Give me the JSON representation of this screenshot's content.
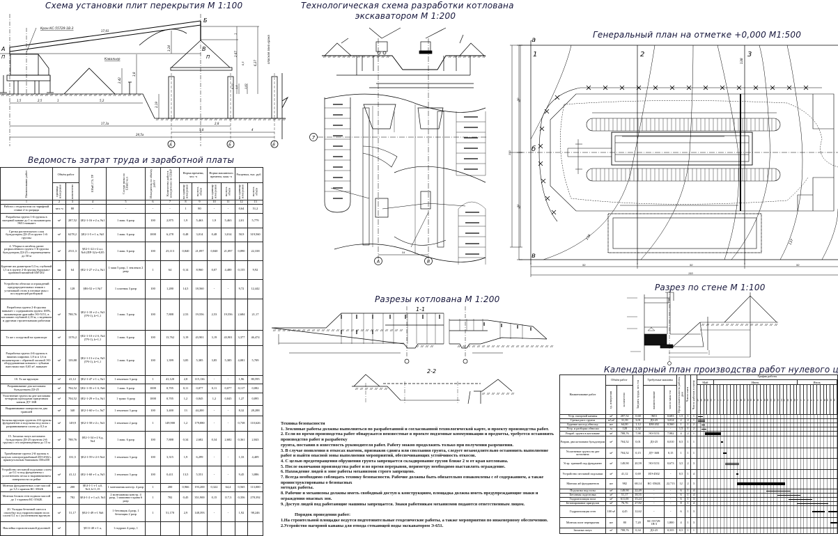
{
  "titles": {
    "crane_scheme": "Схема установки плит перекрытия М 1:100",
    "labor_sheet": "Ведомость затрат труда и заработной платы",
    "excavation_line1": "Технологическая схема разработки котлована",
    "excavation_line2": "экскаватором М 1:200",
    "general_plan": "Генеральный план на отметке +0,000 М1:500",
    "pit_sections": "Разрезы котлована М 1:200",
    "wall_section": "Разрез по стене М 1:100",
    "calendar": "Календарный план производства работ нулевого цикла"
  },
  "crane_scheme": {
    "crane_label": "Кран КС-55729-1В-3",
    "kavalier_label": "Кавальер",
    "danger_zone": "опасная зона крана",
    "points": {
      "a": "А",
      "p1": "П",
      "b": "Б",
      "v": "В",
      "p2": "П"
    },
    "dims": {
      "boom": "17,91",
      "d324": "3,24",
      "d1": "1",
      "d267": "2,67",
      "d627": "6,27",
      "d38": "3,8",
      "d242": "2,42",
      "d219": "2,19",
      "d05": "0,5",
      "d022": "0,22",
      "d15": "1,5",
      "d182": "1,82",
      "g15": "1,5",
      "g25": "2,5",
      "g1": "1",
      "g52": "5,2",
      "total1": "17,3а",
      "total2": "24,5а",
      "s58": "5,8",
      "s28": "2,8",
      "s4": "4"
    },
    "axes": [
      "А",
      "Б",
      "В"
    ]
  },
  "excavation": {
    "axis7": "7",
    "axes": [
      "А",
      "В"
    ],
    "dims": {
      "d50a": "50",
      "d50b": "50",
      "d150": "150",
      "span": "54"
    }
  },
  "sections": {
    "s11": "1-1",
    "s22": "2-2"
  },
  "general_plan": {
    "rows": [
      "а",
      "б",
      "в"
    ],
    "cols": [
      "1",
      "2",
      "3"
    ],
    "contours": [
      "139",
      "138",
      "137"
    ],
    "dims": {
      "v50a": "50",
      "v50b": "50",
      "h50a": "50",
      "h50b": "50",
      "h50c": "50",
      "h150": "150"
    }
  },
  "labor_table": {
    "headers": {
      "name": "Наименование работ",
      "volume": "Объём работ",
      "unit": "единица измерения",
      "qty": "количество",
      "enir": "ЕНиР, ГЭ, ТР",
      "crew": "Состав звена по ЕНиР, чел",
      "meter": "Измеритель по объёму работ",
      "work_qty": "Количество работ в измерителях по ЕНиР",
      "norm_time": "Норма времени, чел.-ч",
      "norm_machine": "Норма машинного времени, маш.-ч",
      "rates": "Расценки, тыс. руб.",
      "per_unit": "на единицу измерения",
      "total": "на весь объём",
      "numbers": [
        "1",
        "2",
        "3",
        "4",
        "5",
        "6",
        "7",
        "8",
        "9",
        "10",
        "11",
        "12",
        "13"
      ]
    },
    "rows": [
      [
        "Работа с геодезистом по тарифной ставке 2-го разряда",
        "чел.-ч",
        "80",
        "-",
        "-",
        "-",
        "-",
        "1",
        "80",
        "-",
        "-",
        "0,64",
        "51,2"
      ],
      [
        "Разработка грунта 1-й группы в нагорной канаве до 1 м экскаватором Э651 навымет",
        "м³",
        "287,52",
        "§Е2-1-16 т-2 а, №1",
        "1 маш. 6 разр",
        "100",
        "2,875",
        "1,9",
        "5,463",
        "1,9",
        "5,463",
        "2,01",
        "5,779"
      ],
      [
        "Срезка растительного слоя бульдозером ДЗ-25 в грунте 1-й группы",
        "м³",
        "6278,2",
        "§Е2-1-5 т-1 а, №5",
        "1 маш. 6 разр",
        "1000",
        "6,278",
        "0,48",
        "3,014",
        "0,48",
        "3,014",
        "50,9",
        "319,560"
      ],
      [
        "4. Уборка в штабель ранее разрыхлённого грунта 1-й группы бульдозером ДЗ-25 с перемещением до 50 м",
        "м³",
        "2511,3",
        "§Е2-1-22 т-2 а,г, №6 (ПР-3) k=0,85",
        "1 маш. 6 разр",
        "100",
        "25,113",
        "0,840",
        "21,097",
        "0,840",
        "21,097",
        "0,890",
        "22,338"
      ],
      [
        "Бурение ям диаметром 0,3 м, глубиной 1,5 м в грунте 2-й группы бурильно-крановой машиной БМ-202",
        "ям",
        "64",
        "§Е2-1-27 т-2 а, №1",
        "1 маш 5 разр, 1 землекоп 2 разр",
        "1",
        "64",
        "0,14",
        "8,960",
        "0,07",
        "4,480",
        "0,155",
        "9,92"
      ],
      [
        "Устройство обноски и ограждений предупредительных знаков с установкой стоек в готовые ямы с последующей разборкой",
        "м",
        "128",
        "§Е6-52 т-1 №7",
        "1 плотник 3 разр",
        "100",
        "1,280",
        "14,5",
        "18,560",
        "-",
        "-",
        "9,72",
        "12,442"
      ],
      [
        "Разработка грунта 2-й группы навымет с содержанием грунта 100%, экскаватором-драглайн ЭО-5151, в котловане глубиной 2,19 м, с ведением и другими строительными работами",
        "м³",
        "788,76",
        "§Е2-1-10 т-2 з, №3 (ТЧ-1), k=1,1",
        "1 маш. 5 разр",
        "100",
        "7,888",
        "2,53",
        "19,556",
        "2,53",
        "19,556",
        "2,684",
        "21,17"
      ],
      [
        "То же с погрузкой на транспорт",
        "м³",
        "1376,2",
        "§Е2-1-10 т-2 б, №4 (ТЧ-1), k=1,1",
        "1 маш. 6 разр",
        "100",
        "13,762",
        "3,19",
        "43,901",
        "3,19",
        "43,901",
        "3,377",
        "46,474"
      ],
      [
        "Разработка грунта 4-й группы в нижних ширинах 1,8 м и 1,6 м экскаватором с обратной лопатой ЭО- оборудованным ковшом с зубьями вместимостью 0,65 м³, навымет",
        "м³",
        "139,88",
        "§Е2-1-13 т-2 в, №5 (ТЧ-1), k=1,1",
        "1 маш. 6 разр",
        "100",
        "1,399",
        "3,85",
        "5,385",
        "3,85",
        "5,385",
        "4,081",
        "5,709"
      ],
      [
        "10. То же вручную",
        "м³",
        "41,12",
        "§Е2-1-47 т-1 з, №1",
        "1 землекоп 3 разр",
        "1",
        "41,120",
        "2,8",
        "115,136",
        "-",
        "-",
        "1,96",
        "80,595"
      ],
      [
        "Разравнивание дна котлована бульдозером ДЗ-25",
        "м²",
        "704,52",
        "§Е2-1-35 т-1 б, №6",
        "1 маш. 6 разр",
        "1000",
        "0,705",
        "0,11",
        "0,077",
        "0,11",
        "0,077",
        "0,117",
        "0,082"
      ],
      [
        "Уплотнение грунта на дне котлована четырьмя проходами прицепным катком ДУ-16В",
        "м²",
        "704,52",
        "§Е2-1-29 т-3 а, №1",
        "1 тракт. 6 разр",
        "1000",
        "0,705",
        "1,2",
        "0,845",
        "1,2",
        "0,845",
        "1,27",
        "0,895"
      ],
      [
        "Выравнивание поверхности дна траншей",
        "м²",
        "340",
        "§Е2-1-60 т-1 г, №7",
        "1 землекоп 3 разр",
        "100",
        "3,400",
        "13",
        "44,200",
        "-",
        "-",
        "8,32",
        "28,288"
      ],
      [
        "Засыпка вручную грунтом 4-й группы фундаментов и подсыпка под полы с разравниванием слоем до 0,3 м",
        "м³",
        "149,9",
        "§Е2-1-58 т-2 г, №3",
        "1 землекоп 2 разр",
        "1",
        "149,900",
        "1,2",
        "179,880",
        "-",
        "-",
        "0,738",
        "110,626"
      ],
      [
        "15. Засыпка пазух котлована бульдозером ДЗ-25 грунтом 2-й группы с его перемещением до 15 м",
        "м³",
        "788,76",
        "§Е2-1-34 т-2 б,д, №4",
        "1 маш. 6 разр",
        "100",
        "7,888",
        "0,34",
        "2,682",
        "0,34",
        "2,682",
        "0,361",
        "2,843"
      ],
      [
        "Трамбование грунта 2-й группы в пазухах электротрамбовкой ИЭ-4502 с прямоугольным башмаком 350х450",
        "м²",
        "331,5",
        "§Е2-1-59 т-2 б №4",
        "1 землекоп 3 разр",
        "100",
        "3,315",
        "1,9",
        "6,299",
        "-",
        "-",
        "1,33",
        "4,409"
      ],
      [
        "Устройство песчаной подсыпки слоем до 0,1 м под фундаменты с уплотнением песка и выравниванием поверхности по рейке",
        "м²",
        "41,12",
        "§Е2-1-60 т-1 а, №5",
        "1 землекоп 3 разр",
        "100",
        "0,411",
        "13,5",
        "5,551",
        "-",
        "-",
        "9,45",
        "3,886"
      ],
      [
        "Монтаж фундаментных плит массой до 3,5 т краном КС-3562Б",
        "шт",
        "200",
        "§Е4-1-1 т-1 а,б, №3, k=1,15",
        "1 монтажник констр. 4 разр",
        "1",
        "200",
        "0,966",
        "193,200",
        "0,322",
        "64,4",
        "0,565",
        "113,000"
      ],
      [
        "Монтаж блоков стен подвала массой до 1 т краном КС-3562Б",
        "шт",
        "782",
        "§Е4-1-2 т-1 а,б, №3",
        "2 монтажника констр. 4 разр, 1 машинист крана 6 разр",
        "1",
        "782",
        "0,45",
        "351,900",
        "0,15",
        "117,3",
        "0,356",
        "278,392"
      ],
      [
        "20. Укладка бетонной смеси в опалубку под гидроизоляцию пола слоем 0,1 м с уплотнением вручную",
        "м³",
        "51,17",
        "§Е4-1-49 т-1 №6",
        "1 бетонщик 4 разр, 1 бетонщик 2 разр",
        "1",
        "51,170",
        "2,9",
        "148,393",
        "-",
        "-",
        "1,92",
        "98,246"
      ],
      [
        "Наклейка горизонтальной рулонной",
        "м²",
        "",
        "§Е11-40 т-1 а,",
        "1 гидроиз 4 разр, 1",
        "",
        "",
        "",
        "",
        "",
        "",
        "",
        ""
      ]
    ]
  },
  "safety_text": {
    "heading": "Техника безопасности",
    "items": [
      "1. Земляные работы должны выполняться по разработанной и согласованной технологической карте, и проекту производства работ.",
      "2. Если во время производства работ обнаружатся неизвестные в проекте подземные коммуникации и предметы, требуется остановить производство работ и разработку",
      "грунта, поставив в известность руководителя работ. Работу можно продолжить только при получении разрешения.",
      "3. В случае появления в откосах выемок, признаков сдвига или сползания грунта, следует незамедлительно остановить выполнение работ и выйти опасной зоны выполнения мероприятий, обеспечивающих устойчивость откосов.",
      "4. С целью предотвращения обрушения грунта запрещается складирование грузов ближе 2 м от края котлована.",
      "5. После окончания производства работ и во время перерывов, периметру необходимо выставлять ограждение.",
      "6. Нахождение людей в зоне работы механизмов строго запрещено.",
      "7. Всегда необходимо соблюдать технику безопасности. Рабочие должны быть обязательно ознакомлены с её содержанием, а также проинструктированы о безопасных",
      "методах работы.",
      "8. Рабочие и механизмы должны иметь свободный доступ к конструкциям, площадка должна иметь предупреждающие знаки и ограждения опасных зон.",
      "9. Доступ людей под работающие машины запрещается. Знаки работникам механизмов подаются ответственным лицом."
    ],
    "procedure_heading": "Порядок проведения работ:",
    "procedure": [
      "1.На строительной площадке ведутся подготовительные геодезические работы, а также мероприятия по инженерному обеспечению.",
      "2.Устройство нагорной канавы для отвода стекающей воды экскаватором Э-651."
    ]
  },
  "calendar_table": {
    "headers": {
      "name": "Наименование работ",
      "volume": "Объём работ",
      "unit": "ед. измерения",
      "qty": "количество",
      "labor": "Затраты труда, чел.-см",
      "machines": "Требуемые машины",
      "machine_name": "наименование",
      "machine_shifts": "число маш.-см",
      "duration": "Продолжительность работы, дни",
      "shifts": "Число смен",
      "workers": "Число рабочих в смену",
      "schedule": "График работы"
    },
    "months": [
      {
        "name": "Май",
        "days": [
          "27",
          "28",
          "29",
          "30",
          "31"
        ]
      },
      {
        "name": "Июнь",
        "days": [
          "1",
          "2",
          "3",
          "4",
          "5",
          "7",
          "8",
          "9",
          "10",
          "11",
          "12",
          "14",
          "15",
          "16",
          "17",
          "18",
          "19",
          "21",
          "22",
          "23",
          "24",
          "25",
          "26",
          "28",
          "29"
        ]
      },
      {
        "name": "Июль",
        "days": [
          "1",
          "2",
          "3",
          "5",
          "6",
          "7",
          "8",
          "9",
          "10",
          "12",
          "13",
          "14"
        ]
      }
    ],
    "rows": [
      {
        "cells": [
          "Устр. нагорной канавы",
          "м³",
          "287,52",
          "0,68",
          "Э651",
          "0,683",
          "1,5",
          "1",
          "1"
        ],
        "bars": [
          [
            0.2,
            1.6,
            1
          ]
        ]
      },
      {
        "cells": [
          "Срезка раст. грунта",
          "м²,м³",
          "31,39",
          "3,01",
          "ДЗ-25",
          "3,014",
          "2",
          "2",
          "1"
        ],
        "bars": [
          [
            0.2,
            2.3,
            2
          ]
        ]
      },
      {
        "cells": [
          "Бурение ям под обноску",
          "шт",
          "64,00",
          "1,12",
          "БМ-202",
          "0,560",
          "1",
          "1",
          "2"
        ],
        "bars": [
          [
            1.25,
            2.3,
            1
          ]
        ]
      },
      {
        "cells": [
          "Устр. и разборка обноски",
          "м",
          "128",
          "2,32",
          "-",
          "-",
          "1,5",
          "1",
          "2"
        ],
        "bars": [
          [
            1.25,
            2.8,
            1
          ]
        ]
      },
      {
        "cells": [
          "Разраб. грунта в котловане",
          "м³",
          "788,76",
          "7,98",
          "ЭО-5151",
          "7,982",
          "4",
          "2",
          "1"
        ],
        "bars": [
          [
            2.3,
            7.2,
            2
          ]
        ]
      },
      {
        "cells": [
          "Разрав. дна котлована бульдозером",
          "м²",
          "704,52",
          "0,01",
          "ДЗ-25",
          "0,010",
          "0,5",
          "1",
          "1"
        ],
        "bars": [
          [
            7.1,
            7.8,
            1
          ]
        ]
      },
      {
        "cells": [
          "Уплотнение грунта на дне котлована",
          "м²",
          "704,52",
          "0,15",
          "ДУ-16В",
          "0,15",
          "1",
          "1",
          "1"
        ],
        "bars": [
          [
            7.8,
            8.8,
            1
          ]
        ]
      },
      {
        "cells": [
          "Устр. траншей под фундамент",
          "м³",
          "149,90",
          "20,59",
          "ЭО-5151",
          "0,673",
          "3,5",
          "2",
          "3"
        ],
        "bars": [
          [
            8.3,
            12.5,
            2
          ]
        ]
      },
      {
        "cells": [
          "Устройство песчаной подсыпки",
          "м³",
          "41,12",
          "0,69",
          "ИЭ-4502",
          "-",
          "0,5",
          "1",
          "4"
        ],
        "bars": [
          [
            11.8,
            12.4,
            1
          ]
        ]
      },
      {
        "cells": [
          "Монтаж жб фундаментов",
          "шт",
          "982",
          "68,14",
          "КС-3562Б",
          "22,713",
          "12",
          "2",
          "3"
        ],
        "bars": [
          [
            12,
            26.25,
            2
          ]
        ]
      },
      {
        "cells": [
          "Подсыпка под полы",
          "м³",
          "149,90",
          "22,49",
          "-",
          "-",
          "6",
          "1",
          "4"
        ],
        "bars": [
          [
            20.8,
            28,
            1
          ]
        ]
      },
      {
        "cells": [
          "Бетонная подготовка",
          "м³",
          "51,17",
          "18,55",
          "-",
          "-",
          "6",
          "1",
          "4"
        ],
        "bars": [
          [
            24,
            31,
            1
          ]
        ]
      },
      {
        "cells": [
          "Гидроизоляция пола",
          "м²",
          "611,00",
          "15,24",
          "-",
          "-",
          "6",
          "1",
          "3"
        ],
        "bars": [
          [
            27.4,
            34.5,
            1
          ]
        ]
      },
      {
        "cells": [
          "Бетонирование пригрузов",
          "м³",
          "76,76",
          "27,82",
          "-",
          "-",
          "8",
          "1",
          "4"
        ],
        "bars": [
          [
            29.9,
            39.2,
            1
          ]
        ]
      },
      {
        "cells": [
          "Гидроизоляция стен",
          "100 м²",
          "4,45",
          "12,62",
          "-",
          "-",
          "6",
          "1",
          "3"
        ],
        "bars": [
          [
            34.5,
            38.2,
            1
          ],
          [
            39.2,
            42,
            1
          ]
        ]
      },
      {
        "cells": [
          "Монтаж плит перекрытия",
          "шт",
          "80",
          "7,20",
          "КС-55729-1В-3",
          "1,800",
          "4",
          "1",
          "3"
        ],
        "bars": [
          [
            40,
            42,
            1
          ]
        ]
      },
      {
        "cells": [
          "Засыпка пазух",
          "м³",
          "788,76",
          "0,34",
          "ДЗ-25",
          "0,335",
          "0,5",
          "1",
          "1"
        ],
        "bars": []
      }
    ]
  }
}
